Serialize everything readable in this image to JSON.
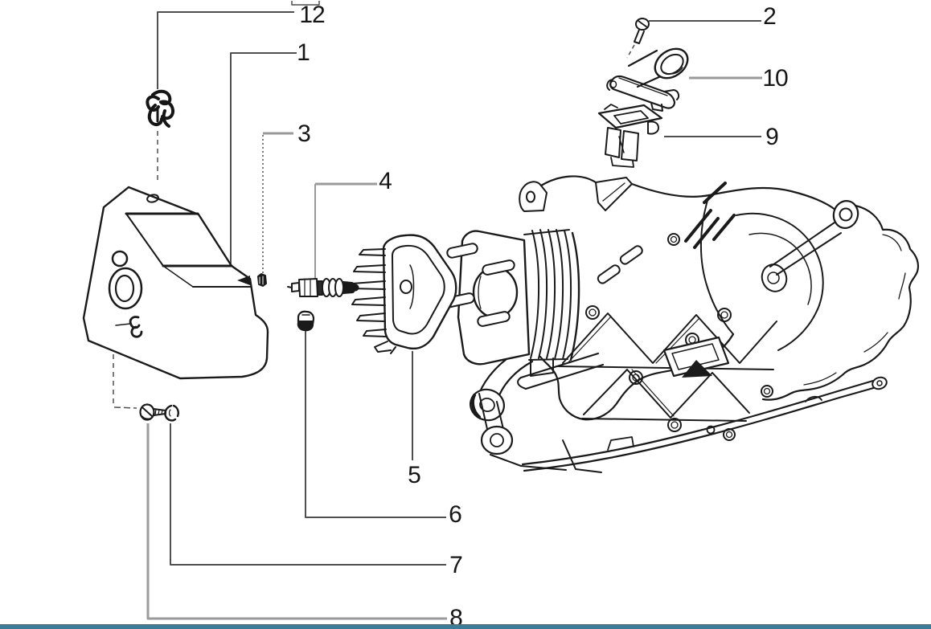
{
  "page": {
    "background_color": "#ffffff",
    "artwork_line_color": "#1a1a1a",
    "leader_dark_color": "#4f4f4f",
    "leader_gray_color": "#9a9a9a",
    "footer_bar_color": "#3b7d96"
  },
  "callouts": {
    "c1": "1",
    "c2": "2",
    "c3": "3",
    "c4": "4",
    "c5": "5",
    "c6": "6",
    "c7": "7",
    "c8": "8",
    "c9": "9",
    "c10": "10",
    "c12": "12"
  }
}
